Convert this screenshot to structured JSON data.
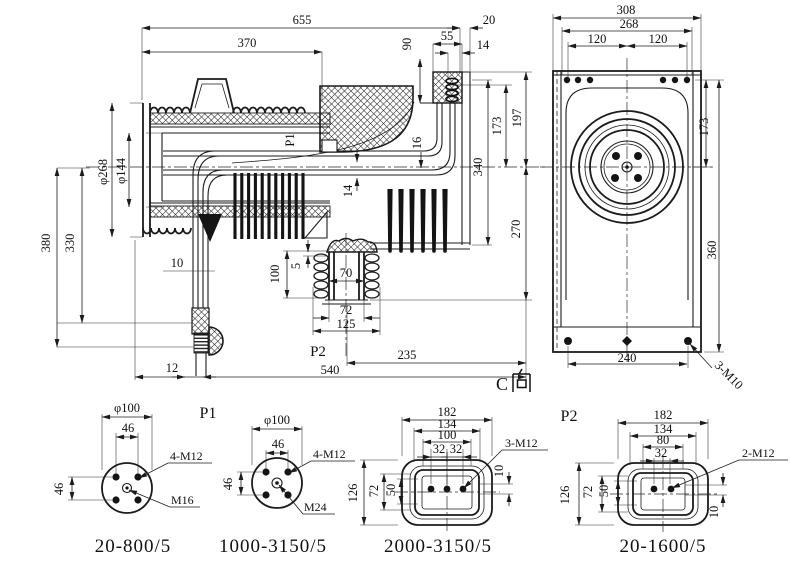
{
  "ink_color": "#1b1b1b",
  "paper_color": "#ffffff",
  "main_view": {
    "labels": {
      "p1": "P1",
      "p2": "P2",
      "c_view_label": "C向",
      "c_view_letter": "C"
    },
    "dims": {
      "d655": "655",
      "d20": "20",
      "d370": "370",
      "d90": "90",
      "d55": "55",
      "d14_top": "14",
      "phi268": "φ268",
      "phi144": "φ144",
      "d16": "16",
      "d14_mid": "14",
      "d380": "380",
      "d330": "330",
      "d10": "10",
      "d100": "100",
      "d5": "5",
      "d70": "70",
      "d72": "72",
      "d125": "125",
      "d12": "12",
      "d540": "540",
      "d235": "235",
      "d173": "173",
      "d197": "197",
      "d340": "340",
      "d270": "270"
    }
  },
  "side_view": {
    "dims": {
      "d308": "308",
      "d268": "268",
      "d120_left": "120",
      "d120_right": "120",
      "d173": "173",
      "d360": "360",
      "d240": "240"
    },
    "labels": {
      "bolts": "3-M10"
    }
  },
  "details": {
    "p1_title": "P1",
    "p2_title": "P2",
    "view_a": {
      "dims": {
        "phi": "φ100",
        "d46_h": "46",
        "d46_v": "46"
      },
      "labels": {
        "bolts": "4-M12",
        "center_thread": "M16"
      },
      "caption": "20-800/5"
    },
    "view_b": {
      "dims": {
        "phi": "φ100",
        "d46_h": "46",
        "d46_v": "46"
      },
      "labels": {
        "bolts": "4-M12",
        "center_thread": "M24"
      },
      "caption": "1000-3150/5"
    },
    "view_c": {
      "dims": {
        "d182": "182",
        "d134": "134",
        "d100": "100",
        "d32_l": "32",
        "d32_r": "32",
        "d10": "10",
        "d126": "126",
        "d72": "72",
        "d50": "50"
      },
      "labels": {
        "bolts": "3-M12"
      },
      "caption": "2000-3150/5"
    },
    "view_d": {
      "dims": {
        "d182": "182",
        "d134": "134",
        "d80": "80",
        "d32": "32",
        "d10": "10",
        "d126": "126",
        "d72": "72",
        "d50": "50"
      },
      "labels": {
        "bolts": "2-M12"
      },
      "caption": "20-1600/5"
    }
  }
}
